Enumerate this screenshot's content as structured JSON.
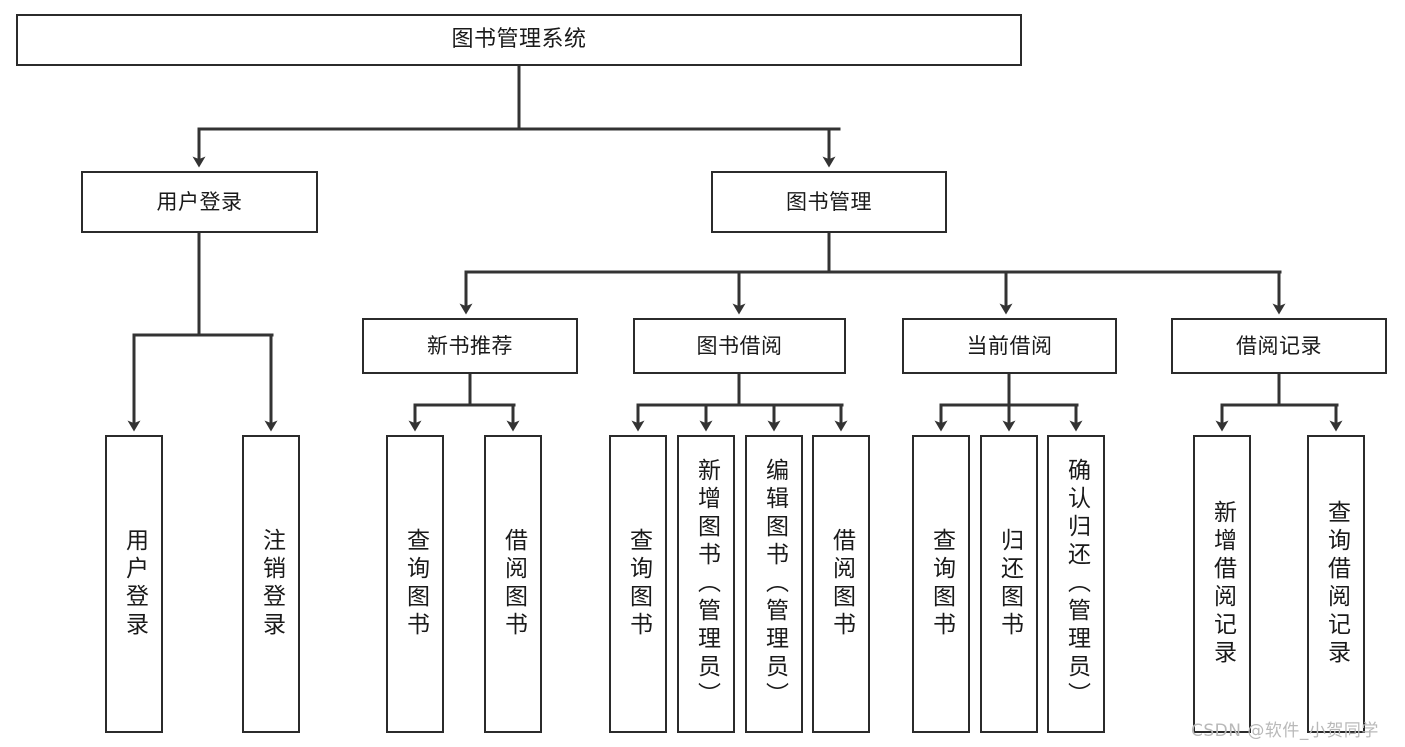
{
  "diagram": {
    "type": "tree-hierarchy",
    "title": "图书管理系统",
    "orientation": "top-down",
    "levels": 4,
    "nodes": {
      "root": {
        "label": "图书管理系统",
        "level": 1,
        "text_orientation": "horizontal"
      },
      "user_login": {
        "label": "用户登录",
        "level": 2,
        "text_orientation": "horizontal"
      },
      "book_manage": {
        "label": "图书管理",
        "level": 2,
        "text_orientation": "horizontal"
      },
      "new_book_rec": {
        "label": "新书推荐",
        "level": 3,
        "text_orientation": "horizontal"
      },
      "book_borrow": {
        "label": "图书借阅",
        "level": 3,
        "text_orientation": "horizontal"
      },
      "current_borrow": {
        "label": "当前借阅",
        "level": 3,
        "text_orientation": "horizontal"
      },
      "borrow_record": {
        "label": "借阅记录",
        "level": 3,
        "text_orientation": "horizontal"
      },
      "leaf_user_login": {
        "label": "用户登录",
        "level": 4,
        "text_orientation": "vertical"
      },
      "leaf_logout": {
        "label": "注销登录",
        "level": 4,
        "text_orientation": "vertical"
      },
      "leaf_query_book_1": {
        "label": "查询图书",
        "level": 4,
        "text_orientation": "vertical"
      },
      "leaf_borrow_book_1": {
        "label": "借阅图书",
        "level": 4,
        "text_orientation": "vertical"
      },
      "leaf_query_book_2": {
        "label": "查询图书",
        "level": 4,
        "text_orientation": "vertical"
      },
      "leaf_add_book": {
        "label": "新增图书（管理员）",
        "level": 4,
        "text_orientation": "vertical"
      },
      "leaf_edit_book": {
        "label": "编辑图书（管理员）",
        "level": 4,
        "text_orientation": "vertical"
      },
      "leaf_borrow_book_2": {
        "label": "借阅图书",
        "level": 4,
        "text_orientation": "vertical"
      },
      "leaf_query_book_3": {
        "label": "查询图书",
        "level": 4,
        "text_orientation": "vertical"
      },
      "leaf_return_book": {
        "label": "归还图书",
        "level": 4,
        "text_orientation": "vertical"
      },
      "leaf_confirm_return": {
        "label": "确认归还（管理员）",
        "level": 4,
        "text_orientation": "vertical"
      },
      "leaf_add_record": {
        "label": "新增借阅记录",
        "level": 4,
        "text_orientation": "vertical"
      },
      "leaf_query_record": {
        "label": "查询借阅记录",
        "level": 4,
        "text_orientation": "vertical"
      }
    },
    "edges": [
      {
        "from": "root",
        "to": "user_login"
      },
      {
        "from": "root",
        "to": "book_manage"
      },
      {
        "from": "user_login",
        "to": "leaf_user_login"
      },
      {
        "from": "user_login",
        "to": "leaf_logout"
      },
      {
        "from": "book_manage",
        "to": "new_book_rec"
      },
      {
        "from": "book_manage",
        "to": "book_borrow"
      },
      {
        "from": "book_manage",
        "to": "current_borrow"
      },
      {
        "from": "book_manage",
        "to": "borrow_record"
      },
      {
        "from": "new_book_rec",
        "to": "leaf_query_book_1"
      },
      {
        "from": "new_book_rec",
        "to": "leaf_borrow_book_1"
      },
      {
        "from": "book_borrow",
        "to": "leaf_query_book_2"
      },
      {
        "from": "book_borrow",
        "to": "leaf_add_book"
      },
      {
        "from": "book_borrow",
        "to": "leaf_edit_book"
      },
      {
        "from": "book_borrow",
        "to": "leaf_borrow_book_2"
      },
      {
        "from": "current_borrow",
        "to": "leaf_query_book_3"
      },
      {
        "from": "current_borrow",
        "to": "leaf_return_book"
      },
      {
        "from": "current_borrow",
        "to": "leaf_confirm_return"
      },
      {
        "from": "borrow_record",
        "to": "leaf_add_record"
      },
      {
        "from": "borrow_record",
        "to": "leaf_query_record"
      }
    ],
    "colors": {
      "box_border": "#2b2b2b",
      "box_fill": "#ffffff",
      "connector": "#333333",
      "text": "#1a1a1a",
      "watermark": "#b9b9b9",
      "background": "#ffffff"
    }
  },
  "watermark": {
    "text": "CSDN @软件_小贺同学"
  }
}
